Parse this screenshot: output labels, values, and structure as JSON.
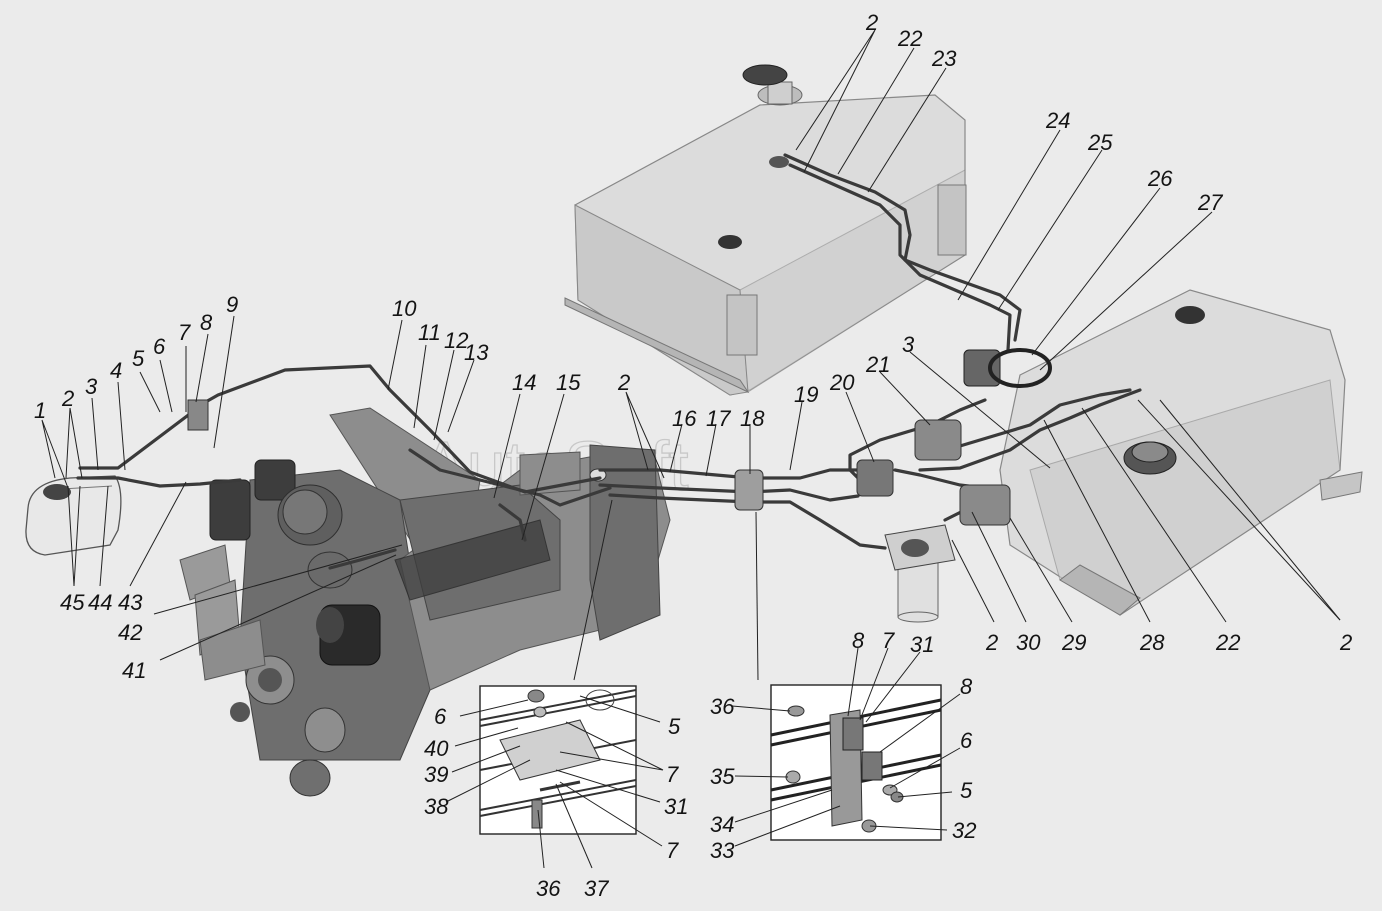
{
  "watermark": "AutoSoft",
  "callouts": [
    {
      "id": "c1",
      "text": "1"
    },
    {
      "id": "c2a",
      "text": "2"
    },
    {
      "id": "c3a",
      "text": "3"
    },
    {
      "id": "c4",
      "text": "4"
    },
    {
      "id": "c5a",
      "text": "5"
    },
    {
      "id": "c6a",
      "text": "6"
    },
    {
      "id": "c7a",
      "text": "7"
    },
    {
      "id": "c8a",
      "text": "8"
    },
    {
      "id": "c9",
      "text": "9"
    },
    {
      "id": "c10",
      "text": "10"
    },
    {
      "id": "c11",
      "text": "11"
    },
    {
      "id": "c12",
      "text": "12"
    },
    {
      "id": "c13",
      "text": "13"
    },
    {
      "id": "c14",
      "text": "14"
    },
    {
      "id": "c15",
      "text": "15"
    },
    {
      "id": "c2b",
      "text": "2"
    },
    {
      "id": "c16",
      "text": "16"
    },
    {
      "id": "c17",
      "text": "17"
    },
    {
      "id": "c18",
      "text": "18"
    },
    {
      "id": "c19",
      "text": "19"
    },
    {
      "id": "c20",
      "text": "20"
    },
    {
      "id": "c21",
      "text": "21"
    },
    {
      "id": "c3b",
      "text": "3"
    },
    {
      "id": "c2c",
      "text": "2"
    },
    {
      "id": "c22a",
      "text": "22"
    },
    {
      "id": "c23",
      "text": "23"
    },
    {
      "id": "c24",
      "text": "24"
    },
    {
      "id": "c25",
      "text": "25"
    },
    {
      "id": "c26",
      "text": "26"
    },
    {
      "id": "c27",
      "text": "27"
    },
    {
      "id": "c45",
      "text": "45"
    },
    {
      "id": "c44",
      "text": "44"
    },
    {
      "id": "c43",
      "text": "43"
    },
    {
      "id": "c42",
      "text": "42"
    },
    {
      "id": "c41",
      "text": "41"
    },
    {
      "id": "c2d",
      "text": "2"
    },
    {
      "id": "c30",
      "text": "30"
    },
    {
      "id": "c29",
      "text": "29"
    },
    {
      "id": "c28",
      "text": "28"
    },
    {
      "id": "c22b",
      "text": "22"
    },
    {
      "id": "c2e",
      "text": "2"
    },
    {
      "id": "c6b",
      "text": "6"
    },
    {
      "id": "c5b",
      "text": "5"
    },
    {
      "id": "c40",
      "text": "40"
    },
    {
      "id": "c39",
      "text": "39"
    },
    {
      "id": "c7b",
      "text": "7"
    },
    {
      "id": "c38",
      "text": "38"
    },
    {
      "id": "c31a",
      "text": "31"
    },
    {
      "id": "c7c",
      "text": "7"
    },
    {
      "id": "c36a",
      "text": "36"
    },
    {
      "id": "c37",
      "text": "37"
    },
    {
      "id": "c8b",
      "text": "8"
    },
    {
      "id": "c7d",
      "text": "7"
    },
    {
      "id": "c31b",
      "text": "31"
    },
    {
      "id": "c8c",
      "text": "8"
    },
    {
      "id": "c36b",
      "text": "36"
    },
    {
      "id": "c6c",
      "text": "6"
    },
    {
      "id": "c35",
      "text": "35"
    },
    {
      "id": "c5c",
      "text": "5"
    },
    {
      "id": "c34",
      "text": "34"
    },
    {
      "id": "c32",
      "text": "32"
    },
    {
      "id": "c33",
      "text": "33"
    }
  ]
}
